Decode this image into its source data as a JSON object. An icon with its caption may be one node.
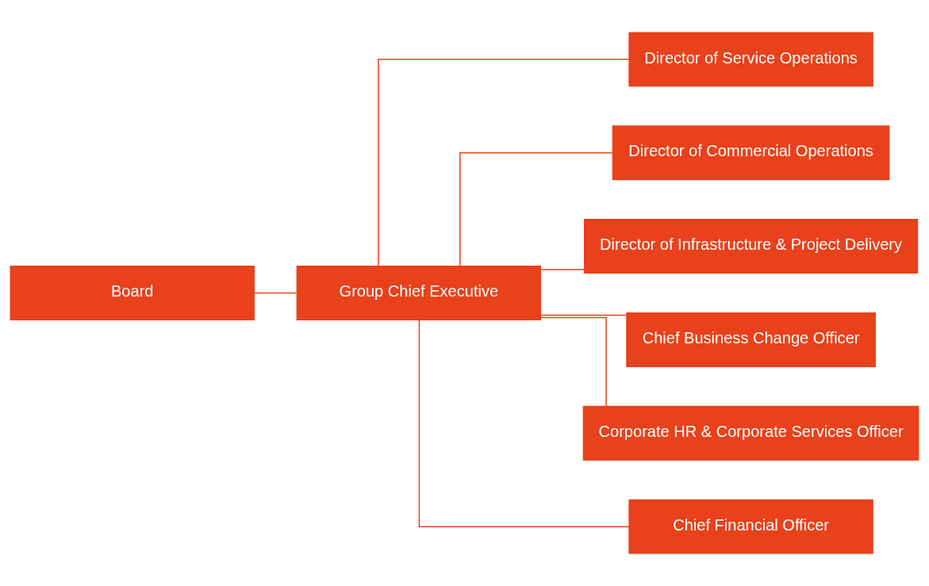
{
  "diagram": {
    "nodes": [
      {
        "text": [
          "Board"
        ]
      },
      {
        "text": [
          "Group Chief Executive"
        ]
      },
      {
        "text": [
          "Director of Service Operations"
        ]
      },
      {
        "text": [
          "Director of Commercial Operations"
        ]
      },
      {
        "text": [
          "Director of Infrastructure & Project Delivery"
        ]
      },
      {
        "text": [
          "Chief Business Change Officer"
        ]
      },
      {
        "text": [
          "Corporate HR & Corporate Services Officer"
        ]
      },
      {
        "text": [
          "Chief Financial Officer"
        ]
      }
    ],
    "edges": [
      {
        "from": 0,
        "to": 1,
        "arrow": "none"
      },
      {
        "from": 1,
        "to": 2,
        "arrow": "none"
      },
      {
        "from": 1,
        "to": 3,
        "arrow": "none"
      },
      {
        "from": 1,
        "to": 4,
        "arrow": "none"
      },
      {
        "from": 1,
        "to": 5,
        "arrow": "none"
      },
      {
        "from": 1,
        "to": 6,
        "arrow": "none"
      },
      {
        "from": 1,
        "to": 7,
        "arrow": "none"
      }
    ]
  }
}
